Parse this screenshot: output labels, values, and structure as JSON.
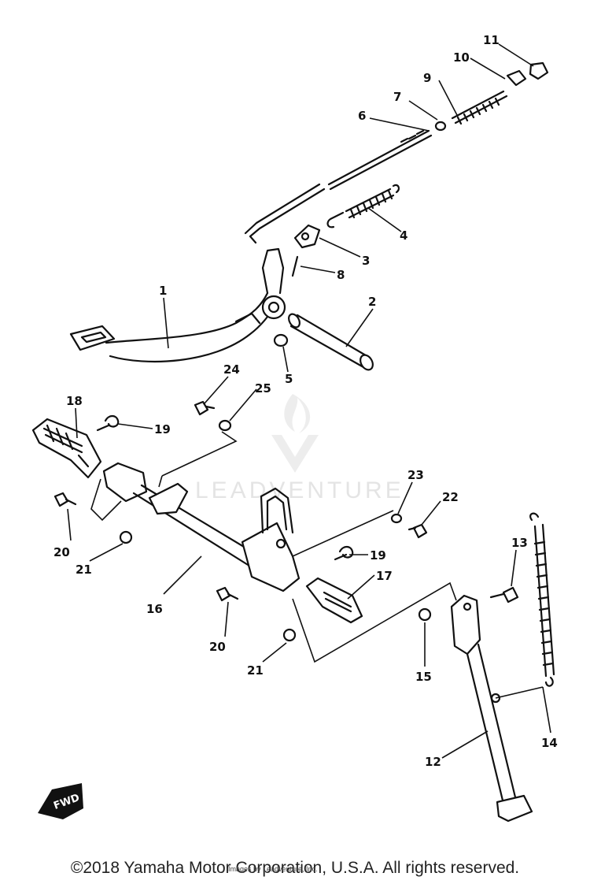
{
  "diagram": {
    "callouts": [
      "1",
      "2",
      "3",
      "4",
      "5",
      "6",
      "7",
      "8",
      "9",
      "10",
      "11",
      "12",
      "13",
      "14",
      "15",
      "16",
      "17",
      "18",
      "19",
      "19",
      "20",
      "20",
      "21",
      "21",
      "22",
      "23",
      "24",
      "25"
    ],
    "watermark": "LEADVENTURE",
    "direction_marker": "FWD"
  },
  "footer": {
    "copyright": "©2018 Yamaha Motor Corporation, U.S.A. All rights reserved.",
    "source_note": "Images by Leadventure, Inc."
  }
}
